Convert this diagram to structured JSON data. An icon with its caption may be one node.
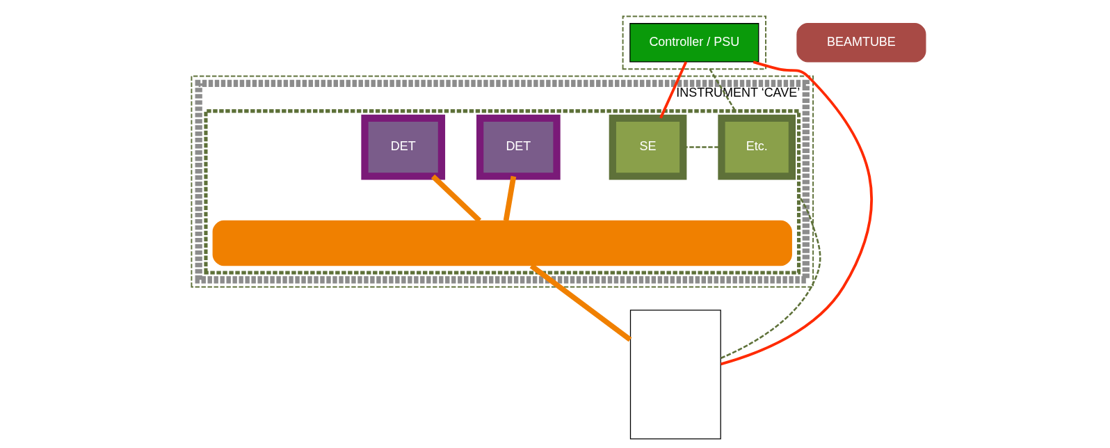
{
  "diagram": {
    "nodes": [
      {
        "text": [],
        "shape": "box"
      },
      {
        "text": [
          "INSTRUMENT ‘CAVE’"
        ],
        "in": 0
      },
      {
        "text": [],
        "shape": "box",
        "in": 1
      },
      {
        "text": [
          "Etc."
        ],
        "in": 2
      },
      {
        "text": [
          "SE"
        ],
        "in": 2
      },
      {
        "text": [
          "DET"
        ],
        "in": 2
      },
      {
        "text": [
          "DET"
        ],
        "in": 2
      },
      {
        "text": [],
        "shape": "bar",
        "in": 2
      },
      {
        "text": [],
        "shape": "box"
      },
      {
        "text": [
          "Controller / PSU"
        ],
        "in": 8
      },
      {
        "text": [],
        "shape": "box"
      },
      {
        "text": [
          "BEAMTUBE"
        ]
      }
    ],
    "edges": [
      {
        "from": 9,
        "to": 4,
        "arrow": "none",
        "color": "#ff2a00"
      },
      {
        "from": 9,
        "to": 10,
        "arrow": "none",
        "color": "#ff2a00"
      },
      {
        "from": 5,
        "to": 7,
        "arrow": "none",
        "style": "thick",
        "color": "#f08000"
      },
      {
        "from": 6,
        "to": 7,
        "arrow": "none",
        "style": "thick",
        "color": "#f08000"
      },
      {
        "from": 7,
        "to": 10,
        "arrow": "none",
        "style": "thick",
        "color": "#f08000"
      },
      {
        "from": 4,
        "to": 2,
        "arrow": "none",
        "style": "dashed",
        "color": "#5e7139"
      },
      {
        "from": 10,
        "to": 2,
        "arrow": "none",
        "style": "dashed",
        "color": "#5e7139"
      },
      {
        "from": 8,
        "to": 2,
        "arrow": "none",
        "style": "dashed",
        "color": "#5e7139"
      }
    ]
  }
}
